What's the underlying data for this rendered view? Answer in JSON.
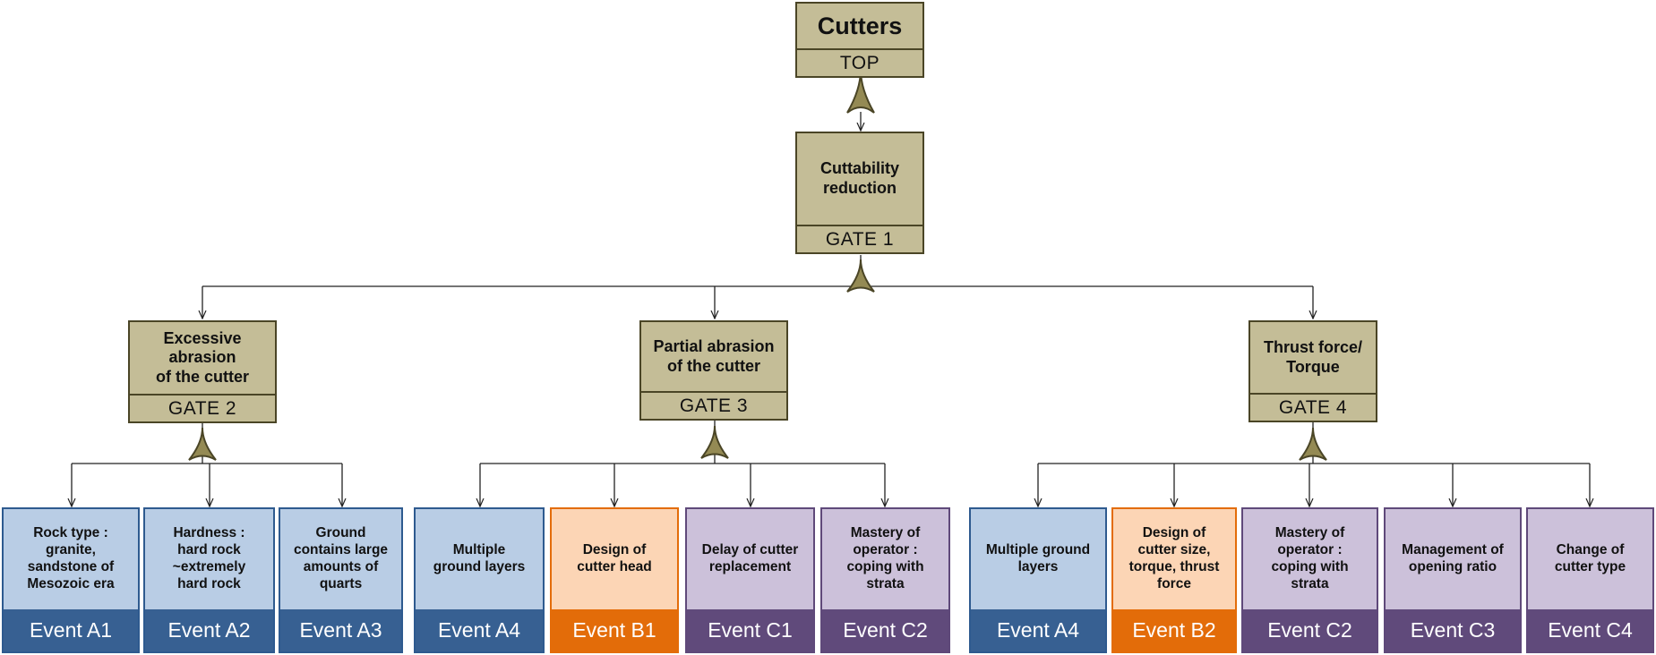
{
  "colors": {
    "gate_fill": "#c4bd97",
    "gate_border": "#4a4526",
    "gate_symbol": "#948a54",
    "event_blue": "#376092",
    "event_orange": "#e36c09",
    "event_purple": "#604a7b"
  },
  "top": {
    "title": "Cutters",
    "tag": "TOP"
  },
  "gates": [
    {
      "title": "Cuttability\nreduction",
      "tag": "GATE 1"
    },
    {
      "title": "Excessive\nabrasion\nof the cutter",
      "tag": "GATE 2"
    },
    {
      "title": "Partial abrasion\nof the cutter",
      "tag": "GATE 3"
    },
    {
      "title": "Thrust force/\nTorque",
      "tag": "GATE 4"
    }
  ],
  "events": [
    {
      "text": "Rock type :\ngranite,\nsandstone of\nMesozoic era",
      "tag": "Event A1",
      "color": "blue"
    },
    {
      "text": "Hardness :\nhard rock\n~extremely\nhard rock",
      "tag": "Event A2",
      "color": "blue"
    },
    {
      "text": "Ground\ncontains large\namounts of\nquarts",
      "tag": "Event A3",
      "color": "blue"
    },
    {
      "text": "Multiple\nground layers",
      "tag": "Event A4",
      "color": "blue"
    },
    {
      "text": "Design of\ncutter head",
      "tag": "Event B1",
      "color": "orange"
    },
    {
      "text": "Delay of cutter\nreplacement",
      "tag": "Event C1",
      "color": "purple"
    },
    {
      "text": "Mastery of\noperator :\ncoping with\nstrata",
      "tag": "Event C2",
      "color": "purple"
    },
    {
      "text": "Multiple ground\nlayers",
      "tag": "Event A4",
      "color": "blue"
    },
    {
      "text": "Design of\ncutter size,\ntorque, thrust\nforce",
      "tag": "Event B2",
      "color": "orange"
    },
    {
      "text": "Mastery of\noperator :\ncoping with\nstrata",
      "tag": "Event C2",
      "color": "purple"
    },
    {
      "text": "Management of\nopening ratio",
      "tag": "Event C3",
      "color": "purple"
    },
    {
      "text": "Change of\ncutter type",
      "tag": "Event C4",
      "color": "purple"
    }
  ]
}
